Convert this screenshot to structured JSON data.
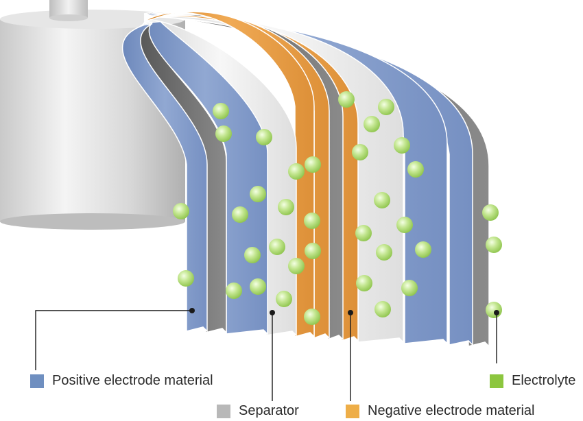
{
  "legend": {
    "positive": {
      "label": "Positive electrode material",
      "color": "#6f8fc0"
    },
    "separator": {
      "label": "Separator",
      "color": "#b8b8b8"
    },
    "negative": {
      "label": "Negative electrode material",
      "color": "#eeae48"
    },
    "electrolyte": {
      "label": "Electrolyte",
      "color": "#8cc63f"
    }
  },
  "colors": {
    "positive": "#7e97c5",
    "separator": "#e7e7e7",
    "negative": "#e3983f",
    "current_collector": "#6a6a6a",
    "electrolyte_particle": "#b6e07a"
  }
}
